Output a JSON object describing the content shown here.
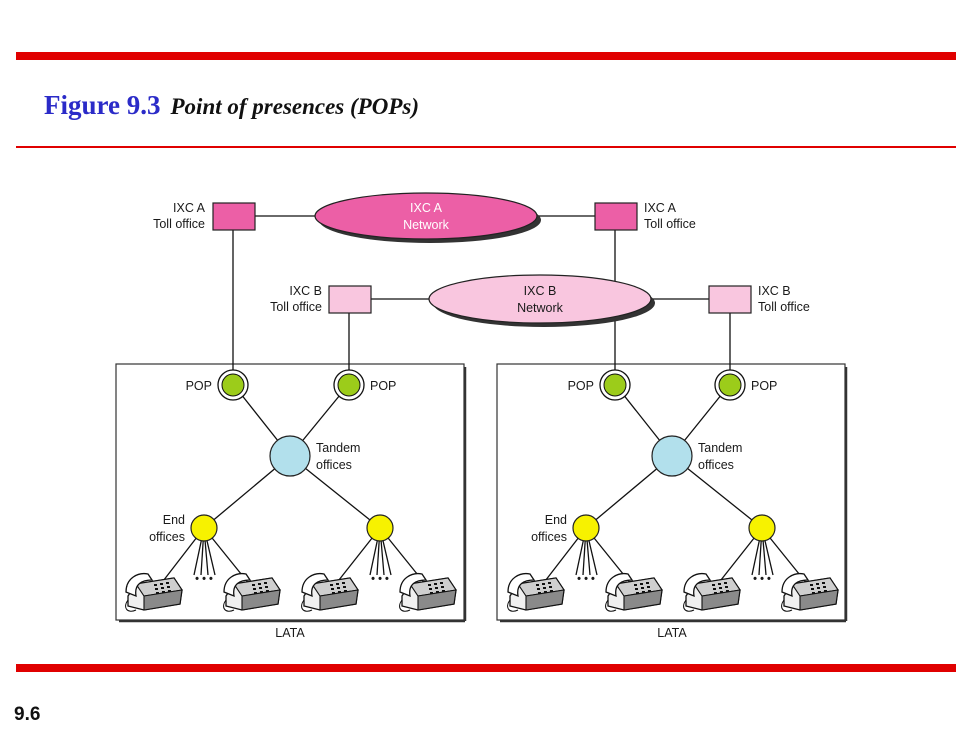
{
  "figure": {
    "number": "Figure 9.3",
    "caption": "Point of presences (POPs)"
  },
  "page_number": "9.6",
  "diagram": {
    "ixc_a_network": [
      "IXC A",
      "Network"
    ],
    "ixc_b_network": [
      "IXC B",
      "Network"
    ],
    "ixc_a_toll": [
      "IXC A",
      "Toll office"
    ],
    "ixc_b_toll": [
      "IXC B",
      "Toll office"
    ],
    "pop": "POP",
    "tandem": [
      "Tandem",
      "offices"
    ],
    "end_offices": [
      "End",
      "offices"
    ],
    "ellipsis": "• • •",
    "lata": "LATA"
  },
  "colors": {
    "accent_red": "#e00000",
    "title_blue": "#2b2bc8",
    "ixc_a": "#ec5fa6",
    "ixc_b": "#f9c6df",
    "pop": "#9ccc1a",
    "tandem": "#b2e0ec",
    "end_office": "#f7f200"
  },
  "icons": [
    "telephone-icon"
  ]
}
